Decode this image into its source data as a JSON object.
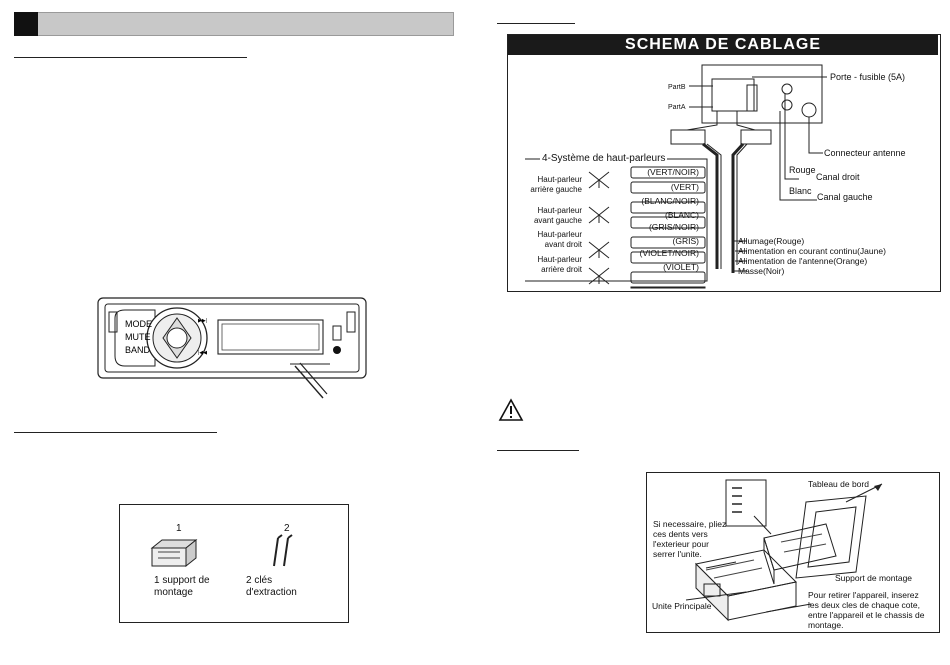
{
  "left": {
    "accessories": {
      "item1_number": "1",
      "item2_number": "2",
      "item1_label": [
        "1 support de",
        "montage"
      ],
      "item2_label": [
        "2 clés",
        "d'extraction"
      ]
    }
  },
  "wiring": {
    "title": "SCHEMA DE CABLAGE",
    "part_b": "PartB",
    "part_a": "PartA",
    "fuse": "Porte - fusible (5A)",
    "antenna_connector": "Connecteur antenne",
    "speaker_system": "4-Système de haut-parleurs",
    "rouge": "Rouge",
    "canal_droit": "Canal droit",
    "blanc": "Blanc",
    "canal_gauche": "Canal gauche",
    "speakers": [
      {
        "name": [
          "Haut-parleur",
          "arrière gauche"
        ],
        "wires": [
          "(VERT/NOIR)",
          "(VERT)"
        ]
      },
      {
        "name": [
          "Haut-parleur",
          "avant gauche"
        ],
        "wires": [
          "(BLANC/NOIR)",
          "(BLANC)"
        ]
      },
      {
        "name": [
          "Haut-parleur",
          "avant droit"
        ],
        "wires": [
          "(GRIS/NOIR)",
          "(GRIS)"
        ]
      },
      {
        "name": [
          "Haut-parleur",
          "arrière droit"
        ],
        "wires": [
          "(VIOLET/NOIR)",
          "(VIOLET)"
        ]
      }
    ],
    "power": [
      "Allumage(Rouge)",
      "Alimentation en courant continu(Jaune)",
      "Alimentation de l'antenne(Orange)",
      "Masse(Noir)"
    ]
  },
  "mounting": {
    "dashboard": "Tableau de bord",
    "teeth_note": [
      "Si necessaire, pliez",
      "ces dents vers",
      "l'exterieur pour",
      "serrer l'unite."
    ],
    "support": "Support de montage",
    "main_unit": "Unite Principale",
    "removal_note": [
      "Pour retirer l'appareil, inserez",
      "les deux cles de chaque cote,",
      "entre l'appareil et le chassis de",
      "montage."
    ]
  }
}
